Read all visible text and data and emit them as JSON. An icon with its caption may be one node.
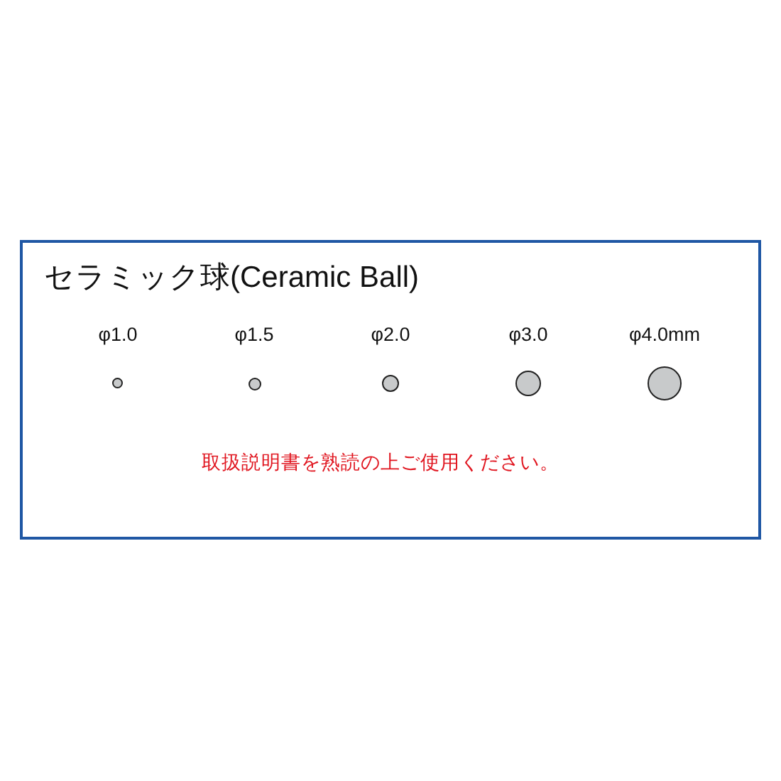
{
  "diagram": {
    "title": "セラミック球(Ceramic Ball)",
    "labels": [
      "φ1.0",
      "φ1.5",
      "φ2.0",
      "φ3.0",
      "φ4.0mm",
      "取扱説明書を熟読の上ご使用ください。"
    ]
  }
}
